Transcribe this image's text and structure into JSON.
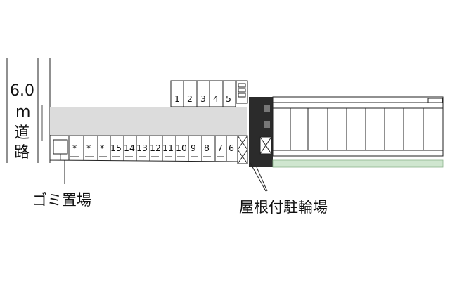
{
  "road": {
    "width_chars": [
      "6.0",
      "m",
      "道",
      "路"
    ]
  },
  "parking": {
    "upper_slots": [
      "1",
      "2",
      "3",
      "4",
      "5"
    ],
    "lower_slots": [
      "*",
      "*",
      "*",
      "15",
      "14",
      "13",
      "12",
      "11",
      "10",
      "9",
      "8",
      "7",
      "6"
    ]
  },
  "labels": {
    "garbage": "ゴミ置場",
    "bicycle": "屋根付駐輪場"
  },
  "colors": {
    "driveway": "#dcdcdc",
    "building_core": "#2b2b2b",
    "lawn": "#cfe6cf",
    "line": "#222222"
  }
}
